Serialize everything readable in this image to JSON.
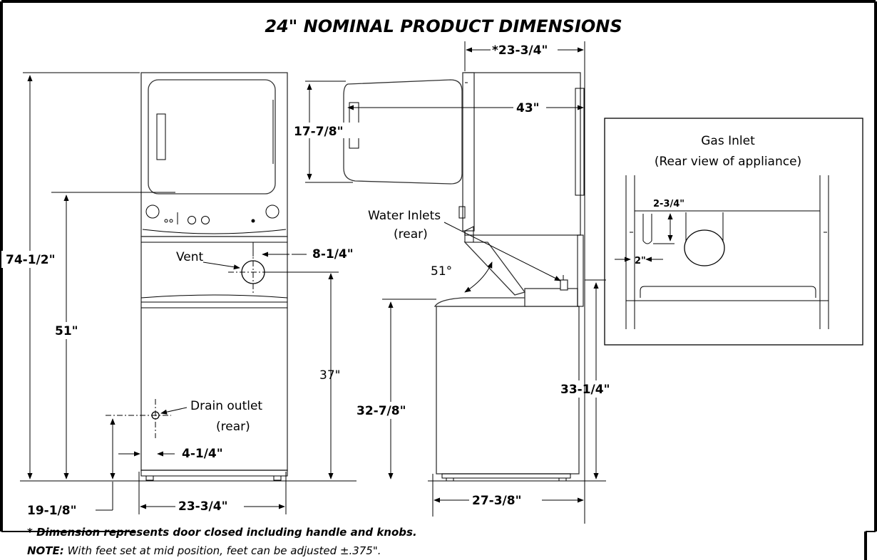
{
  "title": "24\"  NOMINAL PRODUCT DIMENSIONS",
  "front_view": {
    "height_total": "74-1/2\"",
    "height_dryer_bottom": "51\"",
    "width": "23-3/4\"",
    "vent_height": "37\"",
    "vent_offset": "8-1/4\"",
    "vent_label": "Vent",
    "drain_label_line1": "Drain outlet",
    "drain_label_line2": "(rear)",
    "drain_offset": "4-1/4\"",
    "drain_height": "19-1/8\""
  },
  "side_view": {
    "depth_top": "*23-3/4\"",
    "door_height": "17-7/8\"",
    "door_open_depth": "43\"",
    "water_label_line1": "Water Inlets",
    "water_label_line2": "(rear)",
    "lid_angle": "51°",
    "washer_height": "32-7/8\"",
    "inlet_height": "33-1/4\"",
    "depth_bottom": "27-3/8\""
  },
  "gas_inlet": {
    "title": "Gas Inlet",
    "subtitle": "(Rear view of appliance)",
    "vertical_dim": "2-3/4\"",
    "horizontal_dim": "2\""
  },
  "notes": {
    "asterisk_note": "* Dimension represents door closed including handle and knobs.",
    "note_label": "NOTE:",
    "note_text": " With feet set at mid position, feet can be adjusted ±.375\"."
  }
}
